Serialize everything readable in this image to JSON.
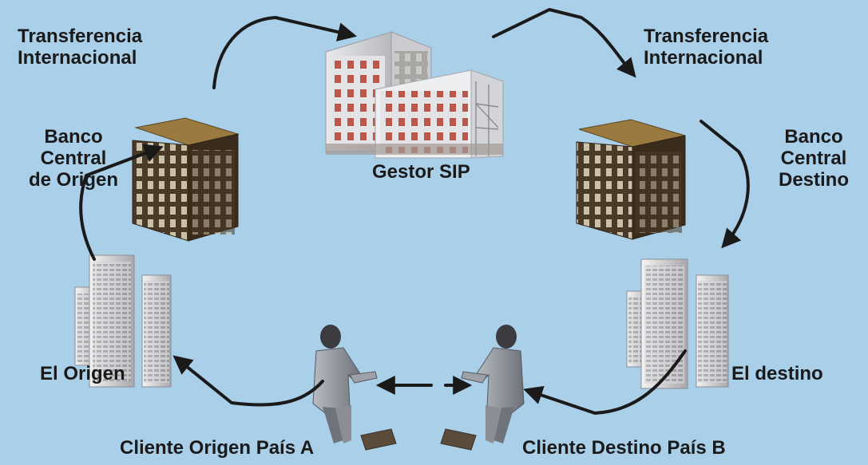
{
  "diagram": {
    "nodes": {
      "transfer_left": {
        "lines": [
          "Transferencia",
          "Internacional"
        ],
        "icon": "none"
      },
      "transfer_right": {
        "lines": [
          "Transferencia",
          "Internacional"
        ],
        "icon": "none"
      },
      "gestor": {
        "lines": [
          "Gestor SIP"
        ],
        "icon": "office-building-icon"
      },
      "central_origen": {
        "lines": [
          "Banco",
          "Central",
          "de Origen"
        ],
        "icon": "bank-building-icon"
      },
      "central_destino": {
        "lines": [
          "Banco",
          "Central",
          "Destino"
        ],
        "icon": "bank-building-icon"
      },
      "origen": {
        "lines": [
          "El Origen"
        ],
        "icon": "skyscraper-icon"
      },
      "destino": {
        "lines": [
          "El destino"
        ],
        "icon": "skyscraper-icon"
      },
      "cliente_origen": {
        "lines": [
          "Cliente Origen País A"
        ],
        "icon": "businessman-icon"
      },
      "cliente_destino": {
        "lines": [
          "Cliente Destino País B"
        ],
        "icon": "businessman-icon"
      }
    },
    "colors": {
      "background": "#a9cfe9",
      "arrow": "#1a1a1a",
      "label": "#1a1a1a"
    }
  }
}
